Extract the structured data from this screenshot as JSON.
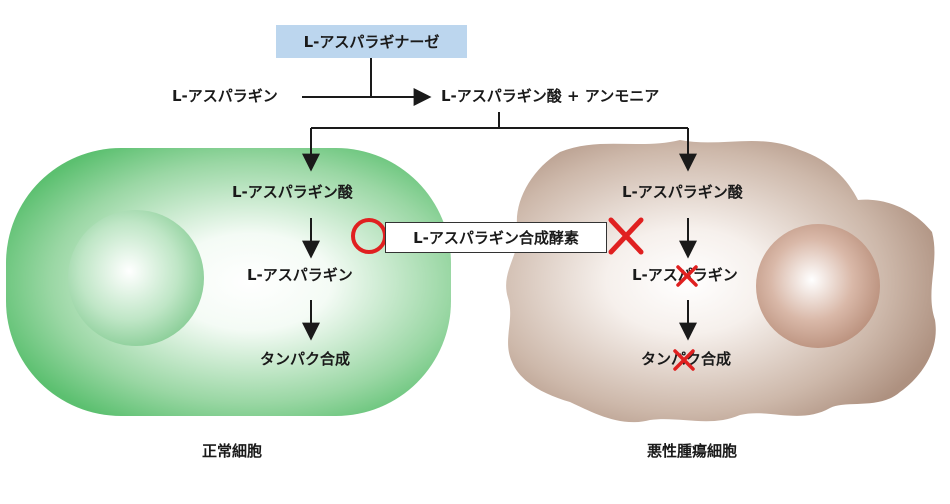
{
  "enzyme": "L-アスパラギナーゼ",
  "reaction": {
    "substrate": "L-アスパラギン",
    "products": "L-アスパラギン酸 + アンモニア"
  },
  "normal_cell": {
    "acid": "L-アスパラギン酸",
    "asparagine": "L-アスパラギン",
    "protein": "タンパク合成",
    "caption": "正常細胞"
  },
  "synthetase": "L-アスパラギン合成酵素",
  "tumor_cell": {
    "acid": "L-アスパラギン酸",
    "asparagine": "L-アスパラギン",
    "protein": "タンパク合成",
    "caption": "悪性腫瘍細胞"
  },
  "colors": {
    "normal_cell": "#5cc070",
    "tumor_cell": "#b89a88",
    "mark_circle": "#e02020",
    "mark_cross": "#e02020",
    "enzyme_box": "#bcd6ee"
  }
}
